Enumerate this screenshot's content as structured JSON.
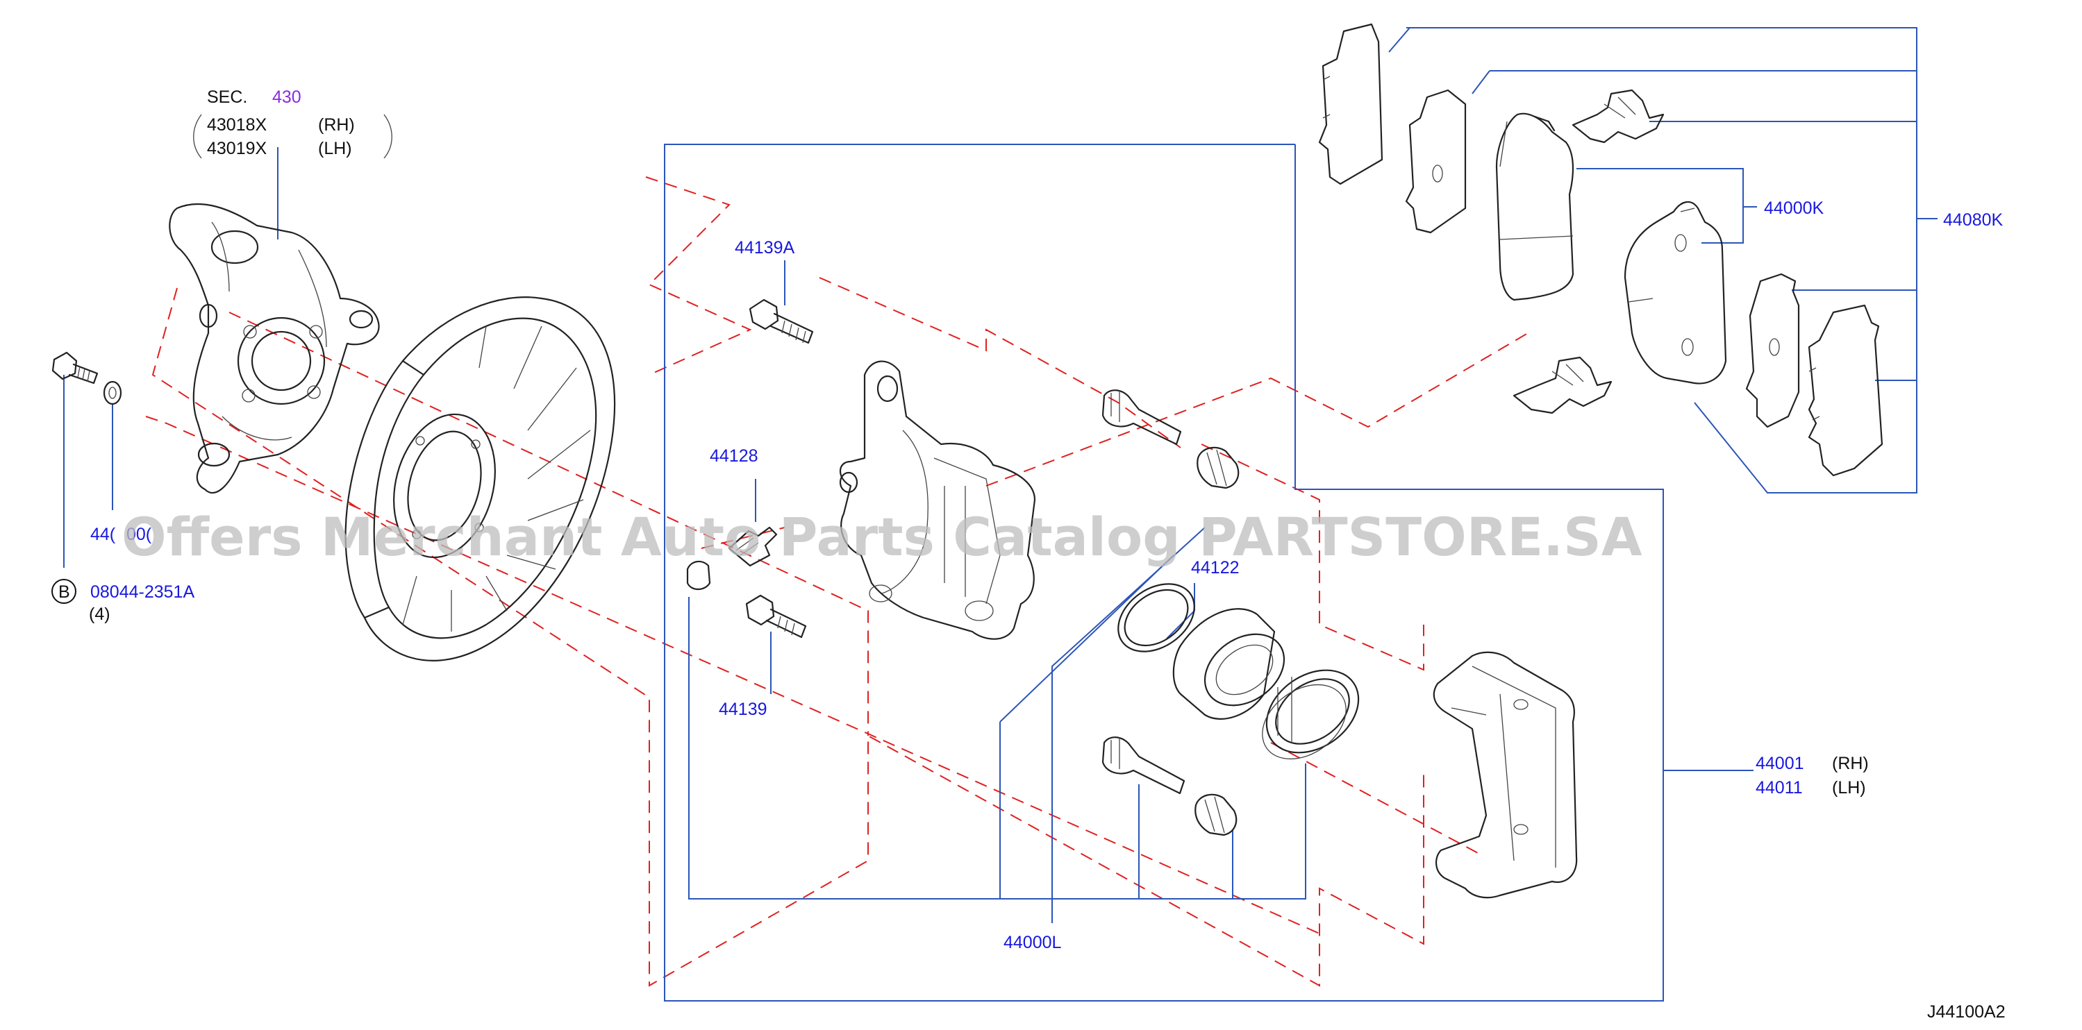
{
  "diagram_code": "J44100A2",
  "watermark": "Offers Merchant Auto Parts Catalog PARTSTORE.SA",
  "section_ref": {
    "prefix": "SEC.",
    "number": "430"
  },
  "knuckle": {
    "rh_part": "43018X",
    "rh_side": "(RH)",
    "lh_part": "43019X",
    "lh_side": "(LH)"
  },
  "parts": {
    "p44139A": "44139A",
    "p44128": "44128",
    "p44139": "44139",
    "p44122": "44122",
    "p44000L": "44000L",
    "p44000K": "44000K",
    "p44080K": "44080K",
    "p44001": "44001",
    "p44001_side": "(RH)",
    "p44011": "44011",
    "p44011_side": "(LH)",
    "washer_partial": "44(",
    "washer_partial2": "00(",
    "bolt": "08044-2351A",
    "bolt_qty": "(4)",
    "bolt_badge": "B"
  },
  "colors": {
    "part_link": "#1818e0",
    "section_link": "#8a2be2",
    "leader": "#2b55b8",
    "phantom": "#e02020"
  }
}
